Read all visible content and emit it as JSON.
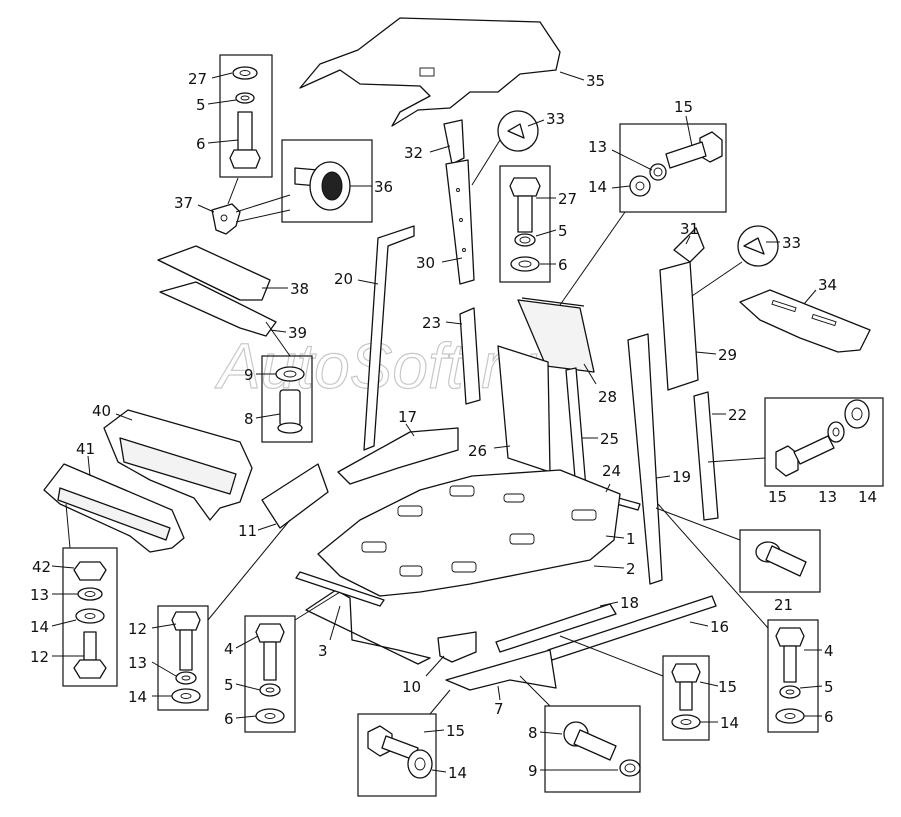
{
  "watermark": "AutoSoft.ru",
  "labels": [
    {
      "id": "35",
      "text": "35"
    },
    {
      "id": "27a",
      "text": "27"
    },
    {
      "id": "5a",
      "text": "5"
    },
    {
      "id": "6a",
      "text": "6"
    },
    {
      "id": "37",
      "text": "37"
    },
    {
      "id": "36",
      "text": "36"
    },
    {
      "id": "33a",
      "text": "33"
    },
    {
      "id": "32",
      "text": "32"
    },
    {
      "id": "30",
      "text": "30"
    },
    {
      "id": "27b",
      "text": "27"
    },
    {
      "id": "5b",
      "text": "5"
    },
    {
      "id": "6b",
      "text": "6"
    },
    {
      "id": "15a",
      "text": "15"
    },
    {
      "id": "13a",
      "text": "13"
    },
    {
      "id": "14a",
      "text": "14"
    },
    {
      "id": "31",
      "text": "31"
    },
    {
      "id": "33b",
      "text": "33"
    },
    {
      "id": "34",
      "text": "34"
    },
    {
      "id": "29",
      "text": "29"
    },
    {
      "id": "20",
      "text": "20"
    },
    {
      "id": "38",
      "text": "38"
    },
    {
      "id": "39",
      "text": "39"
    },
    {
      "id": "9a",
      "text": "9"
    },
    {
      "id": "8a",
      "text": "8"
    },
    {
      "id": "23",
      "text": "23"
    },
    {
      "id": "28",
      "text": "28"
    },
    {
      "id": "25",
      "text": "25"
    },
    {
      "id": "26",
      "text": "26"
    },
    {
      "id": "22",
      "text": "22"
    },
    {
      "id": "24",
      "text": "24"
    },
    {
      "id": "19",
      "text": "19"
    },
    {
      "id": "17",
      "text": "17"
    },
    {
      "id": "40",
      "text": "40"
    },
    {
      "id": "41",
      "text": "41"
    },
    {
      "id": "11",
      "text": "11"
    },
    {
      "id": "15b",
      "text": "15"
    },
    {
      "id": "13b",
      "text": "13"
    },
    {
      "id": "14b",
      "text": "14"
    },
    {
      "id": "1",
      "text": "1"
    },
    {
      "id": "2",
      "text": "2"
    },
    {
      "id": "21",
      "text": "21"
    },
    {
      "id": "42",
      "text": "42"
    },
    {
      "id": "13c",
      "text": "13"
    },
    {
      "id": "14c",
      "text": "14"
    },
    {
      "id": "12a",
      "text": "12"
    },
    {
      "id": "12b",
      "text": "12"
    },
    {
      "id": "13d",
      "text": "13"
    },
    {
      "id": "14d",
      "text": "14"
    },
    {
      "id": "4a",
      "text": "4"
    },
    {
      "id": "5c",
      "text": "5"
    },
    {
      "id": "6c",
      "text": "6"
    },
    {
      "id": "3",
      "text": "3"
    },
    {
      "id": "18",
      "text": "18"
    },
    {
      "id": "16",
      "text": "16"
    },
    {
      "id": "10",
      "text": "10"
    },
    {
      "id": "15c",
      "text": "15"
    },
    {
      "id": "14e",
      "text": "14"
    },
    {
      "id": "4b",
      "text": "4"
    },
    {
      "id": "5d",
      "text": "5"
    },
    {
      "id": "6d",
      "text": "6"
    },
    {
      "id": "7",
      "text": "7"
    },
    {
      "id": "15d",
      "text": "15"
    },
    {
      "id": "14f",
      "text": "14"
    },
    {
      "id": "8b",
      "text": "8"
    },
    {
      "id": "9b",
      "text": "9"
    }
  ]
}
